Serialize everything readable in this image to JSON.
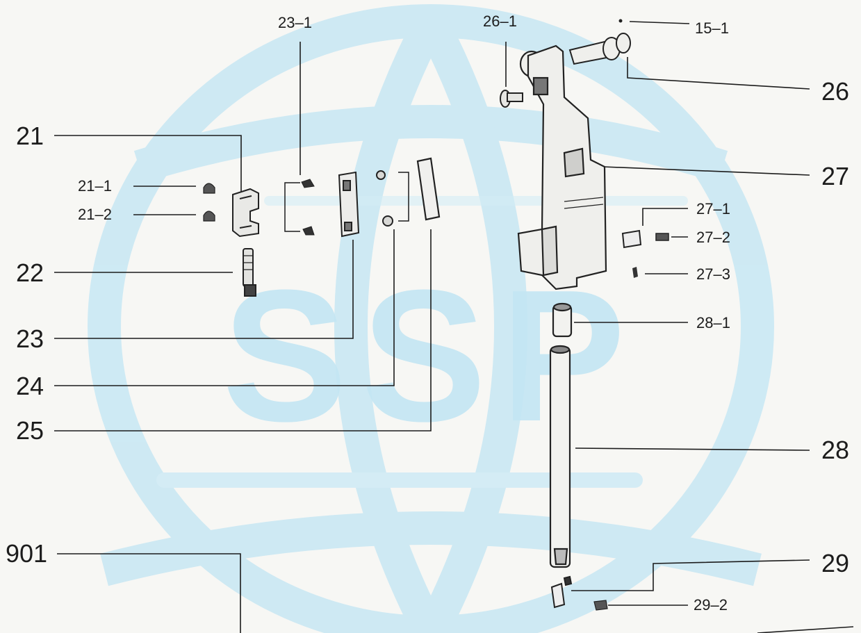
{
  "watermark": {
    "text": "SSP",
    "color": "#bfe4f2"
  },
  "colors": {
    "ink": "#1c1c1c",
    "paper": "#f7f7f4"
  },
  "labels": {
    "p21": "21",
    "p21_1": "21–1",
    "p21_2": "21–2",
    "p22": "22",
    "p23": "23",
    "p23_1": "23–1",
    "p24": "24",
    "p25": "25",
    "p26": "26",
    "p26_1": "26–1",
    "p15_1": "15–1",
    "p27": "27",
    "p27_1": "27–1",
    "p27_2": "27–2",
    "p27_3": "27–3",
    "p28": "28",
    "p28_1": "28–1",
    "p29": "29",
    "p29_2": "29–2",
    "p901": "901"
  }
}
